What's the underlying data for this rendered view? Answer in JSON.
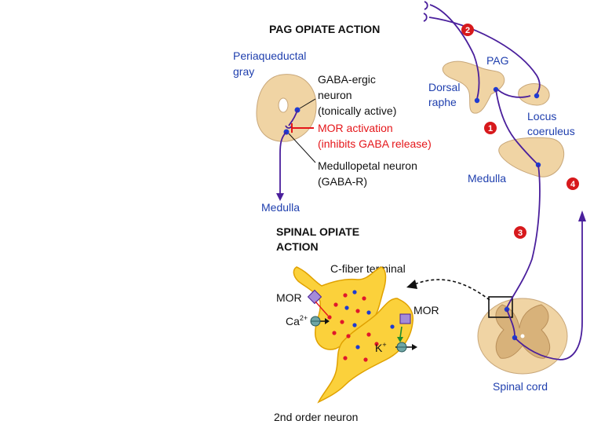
{
  "colors": {
    "tissue": "#f0d4a4",
    "tissue_stroke": "#c8a77a",
    "gray_matter": "#d8b27a",
    "pathway": "#4a1f9c",
    "label_blue": "#1f3fae",
    "inhibit_red": "#e5161a",
    "badge_red": "#d7191c",
    "synapse_yellow": "#fbd13b",
    "synapse_stroke": "#e0a100",
    "mor_purple": "#a48bd8",
    "channel_teal": "#6fa6a6",
    "vesicle_blue": "#1e3bd1",
    "vesicle_red": "#e0172a",
    "arrow_green": "#1f8a2d"
  },
  "pag_section": {
    "title": "PAG OPIATE ACTION",
    "region_label_1": "Periaqueductal",
    "region_label_2": "gray",
    "gaba_label_1": "GABA-ergic",
    "gaba_label_2": "neuron",
    "gaba_label_3": "(tonically active)",
    "mor_label_1": "MOR activation",
    "mor_label_2": "(inhibits GABA release)",
    "medullo_label_1": "Medullopetal neuron",
    "medullo_label_2": "(GABA-R)",
    "output_label": "Medulla"
  },
  "spinal_section": {
    "title_1": "SPINAL OPIATE",
    "title_2": "ACTION",
    "cfiber_label": "C-fiber terminal",
    "mor_left": "MOR",
    "mor_right": "MOR",
    "calcium": "Ca",
    "calcium_sup": "2+",
    "potassium": "K",
    "potassium_sup": "+",
    "second_order": "2nd order neuron"
  },
  "brainstem": {
    "pag": "PAG",
    "dorsal_1": "Dorsal",
    "dorsal_2": "raphe",
    "locus_1": "Locus",
    "locus_2": "coeruleus",
    "medulla": "Medulla",
    "spinal_cord": "Spinal cord"
  },
  "badges": [
    "1",
    "2",
    "3",
    "4"
  ]
}
